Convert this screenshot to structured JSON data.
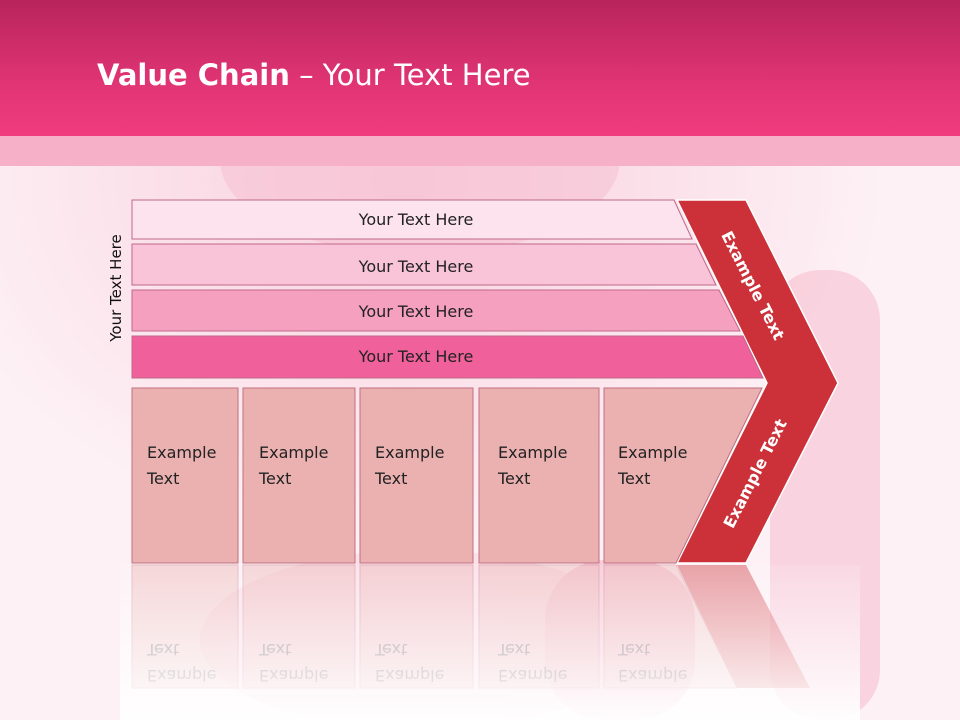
{
  "title": {
    "bold": "Value Chain",
    "rest": " – Your Text Here"
  },
  "side_label": "Your Text Here",
  "support_rows": [
    {
      "label": "Your Text Here",
      "fill": "#fde3ee"
    },
    {
      "label": "Your Text Here",
      "fill": "#f9c3d8"
    },
    {
      "label": "Your Text Here",
      "fill": "#f6a0c0"
    },
    {
      "label": "Your Text Here",
      "fill": "#f0609a"
    }
  ],
  "primary_boxes": [
    {
      "line1": "Example",
      "line2": "Text"
    },
    {
      "line1": "Example",
      "line2": "Text"
    },
    {
      "line1": "Example",
      "line2": "Text"
    },
    {
      "line1": "Example",
      "line2": "Text"
    },
    {
      "line1": "Example",
      "line2": "Text"
    }
  ],
  "chevron": {
    "upper_label": "Example Text",
    "lower_label": "Example Text"
  },
  "colors": {
    "header": "#ea3a7a",
    "header_band": "#f6b0c8",
    "chevron": "#cc3038",
    "primary_box": "#ebb0b0",
    "box_border": "#c07080"
  }
}
